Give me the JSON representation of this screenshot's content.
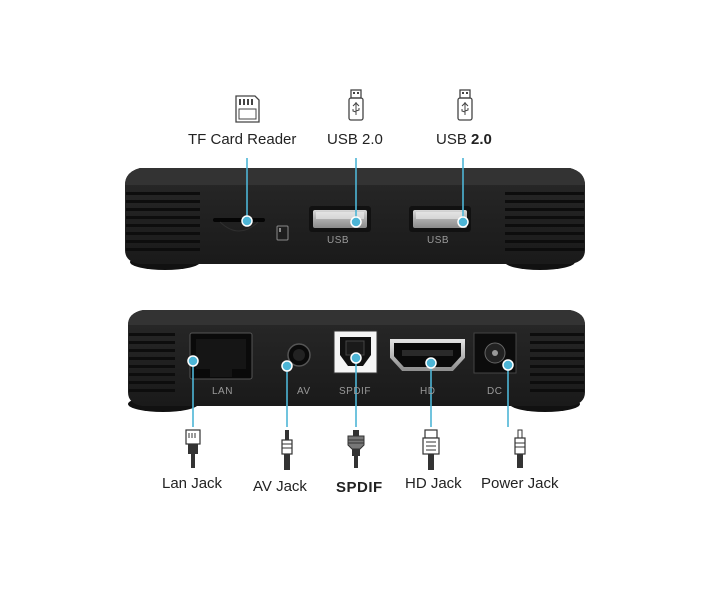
{
  "colors": {
    "leader_line": "#4db5d6",
    "device_body": "#222222",
    "background": "#ffffff"
  },
  "front_panel": {
    "port_labels": {
      "usb_left": "USB",
      "usb_right": "USB"
    },
    "callouts": {
      "tf_card": "TF Card Reader",
      "usb_a": "USB 2.0",
      "usb_b_prefix": "USB ",
      "usb_b_version": "2.0"
    },
    "icons": {
      "tf_card": "sd-card-icon",
      "usb_a": "usb-plug-icon",
      "usb_b": "usb-plug-icon"
    }
  },
  "back_panel": {
    "port_labels": {
      "lan": "LAN",
      "av": "AV",
      "spdif": "SPDIF",
      "hd": "HD",
      "dc": "DC"
    },
    "callouts": {
      "lan": "Lan Jack",
      "av": "AV Jack",
      "spdif": "SPDIF",
      "hd": "HD Jack",
      "power": "Power Jack"
    },
    "icons": {
      "lan": "rj45-plug-icon",
      "av": "av-plug-icon",
      "spdif": "optical-plug-icon",
      "hd": "hdmi-plug-icon",
      "power": "dc-plug-icon"
    }
  }
}
